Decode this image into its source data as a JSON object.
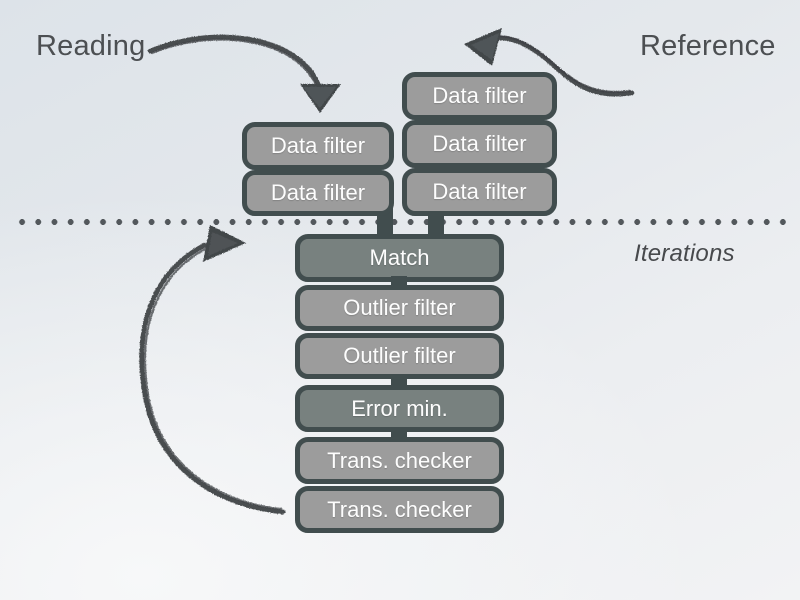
{
  "diagram": {
    "title_labels": {
      "reading": "Reading",
      "reference": "Reference",
      "iterations": "Iterations"
    },
    "colors": {
      "box_fill_light": "#9c9c9c",
      "box_fill_dark": "#78817f",
      "box_border": "#414d4e",
      "box_text": "#fdfdfd",
      "label_text": "#4c4f52",
      "dotted_line": "#53585c",
      "background_top": "#dde3e9",
      "background_bottom": "#f2f3f4"
    },
    "left_stack": {
      "name": "reading-pipeline",
      "boxes": [
        {
          "label": "Data filter",
          "tone": "light"
        },
        {
          "label": "Data filter",
          "tone": "light"
        }
      ]
    },
    "right_stack": {
      "name": "reference-pipeline",
      "boxes": [
        {
          "label": "Data filter",
          "tone": "light"
        },
        {
          "label": "Data filter",
          "tone": "light"
        },
        {
          "label": "Data filter",
          "tone": "light"
        }
      ]
    },
    "iteration_stack": {
      "name": "iteration-pipeline",
      "boxes": [
        {
          "label": "Match",
          "tone": "dark"
        },
        {
          "label": "Outlier filter",
          "tone": "light"
        },
        {
          "label": "Outlier filter",
          "tone": "light"
        },
        {
          "label": "Error min.",
          "tone": "dark"
        },
        {
          "label": "Trans. checker",
          "tone": "light"
        },
        {
          "label": "Trans. checker",
          "tone": "light"
        }
      ]
    },
    "arrows": [
      {
        "name": "reading-arrow",
        "from": "Reading",
        "to": "left data filter stack"
      },
      {
        "name": "reference-arrow",
        "from": "Reference",
        "to": "right data filter stack"
      },
      {
        "name": "iteration-loop-arrow",
        "from": "bottom of iteration pipeline",
        "to": "top of iteration pipeline"
      }
    ]
  }
}
